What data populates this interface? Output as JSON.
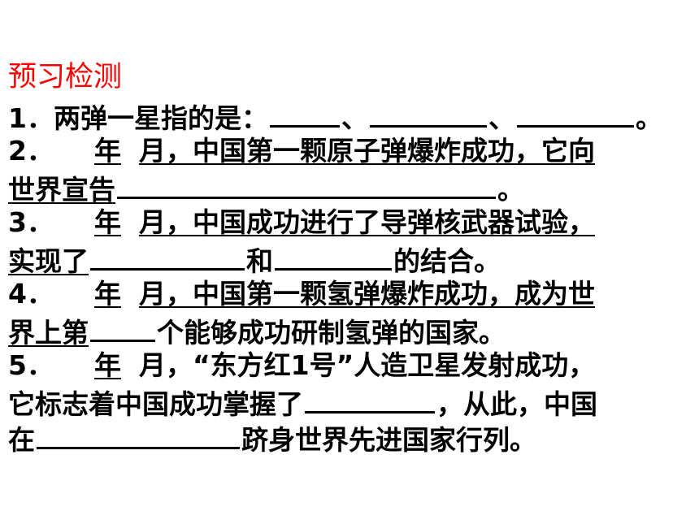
{
  "title": "预习检测",
  "title_color": "#ff0000",
  "lines": [
    {
      "parts": [
        "1．两弹一星指的是：",
        "、",
        "、",
        "。"
      ]
    },
    {
      "parts": [
        "2．",
        "年",
        "月，中国第一颗原子弹爆炸成功，它向"
      ]
    },
    {
      "parts": [
        "世界宣告",
        "。"
      ]
    },
    {
      "parts": [
        "3．",
        "年",
        "月，中国成功进行了导弹核武器试验，"
      ]
    },
    {
      "parts": [
        "实现了",
        "和",
        "的结合。"
      ]
    },
    {
      "parts": [
        "4．",
        "年",
        "月，中国第一颗氢弹爆炸成功，成为世"
      ]
    },
    {
      "parts": [
        "界上第",
        "个能够成功研制氢弹的国家。"
      ]
    },
    {
      "parts": [
        "5．",
        "年",
        "月，“东方红1号”人造卫星发射成功，"
      ]
    },
    {
      "parts": [
        "它标志着中国成功掌握了",
        "，从此，中国"
      ]
    },
    {
      "parts": [
        "在",
        "跻身世界先进国家行列。"
      ]
    }
  ]
}
